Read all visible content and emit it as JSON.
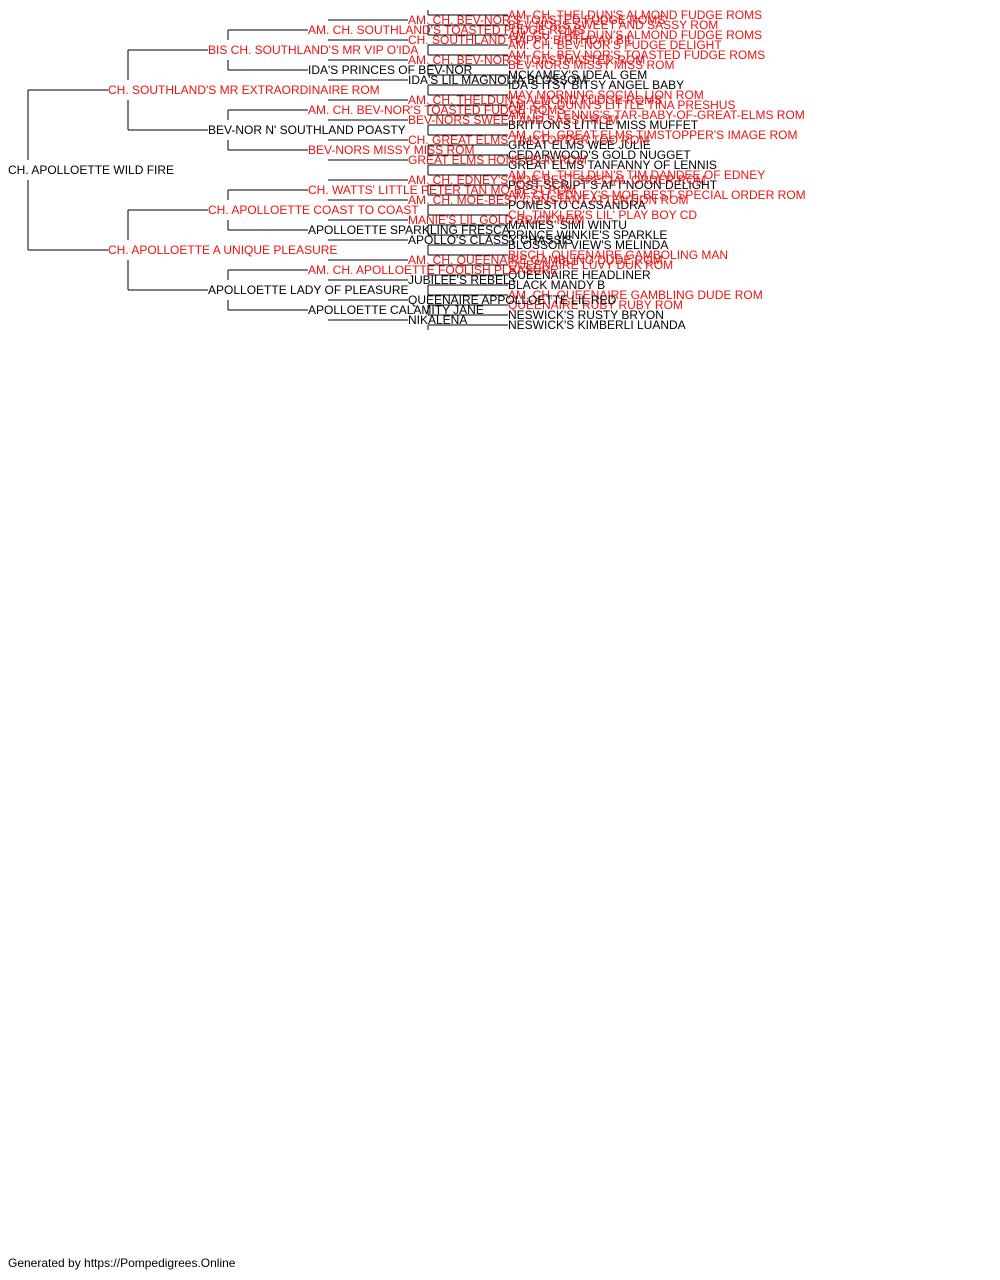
{
  "colors": {
    "titled": "#ee1111",
    "plain": "#000000",
    "line": "#000000"
  },
  "pedigree": {
    "name": "CH. APOLLOETTE WILD FIRE",
    "titled": false,
    "sire": {
      "name": "CH. SOUTHLAND'S MR EXTRAORDINAIRE ROM",
      "titled": true,
      "sire": {
        "name": "BIS CH. SOUTHLAND'S MR VIP O'IDA",
        "titled": true,
        "sire": {
          "name": "AM. CH. SOUTHLAND'S TOASTED FUDGE ROMS",
          "titled": true,
          "sire": {
            "name": "AM. CH. BEV-NOR'S TOASTED FUDGE ROMS",
            "titled": true,
            "sire": {
              "name": "AM. CH. THELDUN'S ALMOND FUDGE ROMS",
              "titled": true
            },
            "dam": {
              "name": "BEV-NORS SWEET AND SASSY ROM",
              "titled": true
            }
          },
          "dam": {
            "name": "CH. SOUTHLAND HAPPY BIRTHDAY BIL",
            "titled": true,
            "sire": {
              "name": "AM. CH. THELDUN'S ALMOND FUDGE ROMS",
              "titled": true
            },
            "dam": {
              "name": "AM. CH. BEV-NOR'S FUDGE DELIGHT",
              "titled": true
            }
          }
        },
        "dam": {
          "name": "IDA'S PRINCES OF BEV-NOR",
          "titled": false,
          "sire": {
            "name": "AM. CH. BEV-NOR'S TOASTMASTER ROM",
            "titled": true,
            "sire": {
              "name": "AM. CH. BEV-NOR'S TOASTED FUDGE ROMS",
              "titled": true
            },
            "dam": {
              "name": "BEV-NORS MISSY MISS ROM",
              "titled": true
            }
          },
          "dam": {
            "name": "IDA'S LIL MAGNOLIA BLOSSOM",
            "titled": false,
            "sire": {
              "name": "MCKAMEY'S IDEAL GEM",
              "titled": false
            },
            "dam": {
              "name": "IDA'S ITSY BITSY ANGEL BABY",
              "titled": false
            }
          }
        }
      },
      "dam": {
        "name": "BEV-NOR N' SOUTHLAND POASTY",
        "titled": false,
        "sire": {
          "name": "AM. CH. BEV-NOR'S TOASTED FUDGE ROMS",
          "titled": true,
          "sire": {
            "name": "AM. CH. THELDUN'S ALMOND FUDGE ROMS",
            "titled": true,
            "sire": {
              "name": "MAY MORNING SOCIAL LION ROM",
              "titled": true
            },
            "dam": {
              "name": "AM. CH. DUNN'S LITTLE TINA PRESHUS",
              "titled": true
            }
          },
          "dam": {
            "name": "BEV-NORS SWEET AND SASSY ROM",
            "titled": true,
            "sire": {
              "name": "AM. CH. LENNIS'S-TAR-BABY-OF-GREAT-ELMS ROM",
              "titled": true
            },
            "dam": {
              "name": "BRITTON'S LITTLE MISS MUFFET",
              "titled": false
            }
          }
        },
        "dam": {
          "name": "BEV-NORS MISSY MISS ROM",
          "titled": true,
          "sire": {
            "name": "CH. GREAT ELMS TIMSTOPPER TOO ROM",
            "titled": true,
            "sire": {
              "name": "AM. CH. GREAT ELMS TIMSTOPPER'S IMAGE ROM",
              "titled": true
            },
            "dam": {
              "name": "GREAT ELMS WEE JULIE",
              "titled": false
            }
          },
          "dam": {
            "name": "GREAT ELMS HONEYBUN ROM",
            "titled": true,
            "sire": {
              "name": "CEDARWOOD'S GOLD NUGGET",
              "titled": false
            },
            "dam": {
              "name": "GREAT ELMS TANFANNY OF LENNIS",
              "titled": false
            }
          }
        }
      }
    },
    "dam": {
      "name": "CH. APOLLOETTE A UNIQUE PLEASURE",
      "titled": true,
      "sire": {
        "name": "CH. APOLLOETTE COAST TO COAST",
        "titled": true,
        "sire": {
          "name": "CH. WATTS' LITTLE PETER TAN MO-BEST ROM",
          "titled": true,
          "sire": {
            "name": "AM. CH. EDNEY'S MOE-BEST SPECIAL ORDER ROM",
            "titled": true,
            "sire": {
              "name": "AM. CH. THELDUN'S TIM DANDEE OF EDNEY",
              "titled": true
            },
            "dam": {
              "name": "POST SCRIPT'S AFT'NOON DELIGHT",
              "titled": false
            }
          },
          "dam": {
            "name": "AM. CH. MOE-BEST CONSTANT ATTENTION ROM",
            "titled": true,
            "sire": {
              "name": "AM. CH. EDNEY'S MOE-BEST SPECIAL ORDER ROM",
              "titled": true
            },
            "dam": {
              "name": "POMESTO CASSANDRA",
              "titled": false
            }
          }
        },
        "dam": {
          "name": "APOLLOETTE SPARKLING FRESCA",
          "titled": false,
          "sire": {
            "name": "MANIE'S LIL GOLD BRICK ROM",
            "titled": true,
            "sire": {
              "name": "CH. TINKLER'S LIL' PLAY BOY CD",
              "titled": true
            },
            "dam": {
              "name": "MANIES' SIMI WINTU",
              "titled": false
            }
          },
          "dam": {
            "name": "APOLLO'S CLASSY CHASSIS",
            "titled": false,
            "sire": {
              "name": "PRINCE WINKIE'S SPARKLE",
              "titled": false
            },
            "dam": {
              "name": "BLOSSOM VIEW'S MELINDA",
              "titled": false
            }
          }
        }
      },
      "dam": {
        "name": "APOLLOETTE LADY OF PLEASURE",
        "titled": false,
        "sire": {
          "name": "AM. CH. APOLLOETTE FOOLISH PLEASURE",
          "titled": true,
          "sire": {
            "name": "AM. CH. QUEENAIRE GAMBLING DUDE ROM",
            "titled": true,
            "sire": {
              "name": "BISCH. QUEENAIRE GAMBOLING MAN",
              "titled": true
            },
            "dam": {
              "name": "QUEENAIRE LUVY DUK ROM",
              "titled": true
            }
          },
          "dam": {
            "name": "JUBILEE'S REBEL",
            "titled": false,
            "sire": {
              "name": "QUEENAIRE HEADLINER",
              "titled": false
            },
            "dam": {
              "name": "BLACK MANDY B",
              "titled": false
            }
          }
        },
        "dam": {
          "name": "APOLLOETTE CALAMITY JANE",
          "titled": false,
          "sire": {
            "name": "QUEENAIRE APPOLLOETTE LIL RED",
            "titled": false,
            "sire": {
              "name": "AM. CH. QUEENAIRE GAMBLING DUDE ROM",
              "titled": true
            },
            "dam": {
              "name": "QUEENAIRE RUBY RUBY ROM",
              "titled": true
            }
          },
          "dam": {
            "name": "NIKALENA",
            "titled": false,
            "sire": {
              "name": "NESWICK'S RUSTY BRYON",
              "titled": false
            },
            "dam": {
              "name": "NESWICK'S KIMBERLI LUANDA",
              "titled": false
            }
          }
        }
      }
    }
  },
  "footer": {
    "text": "Generated by https://Pompedigrees.Online"
  }
}
